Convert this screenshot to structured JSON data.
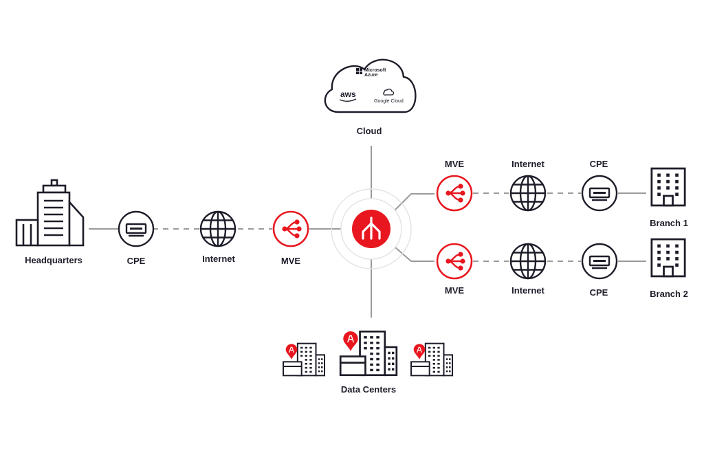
{
  "colors": {
    "accent": "#e8171f",
    "ink": "#1d1d29",
    "line": "#9a9a9a",
    "ring": "#e4e4e4"
  },
  "cloud": {
    "label": "Cloud",
    "providers": {
      "azure_line1": "Microsoft",
      "azure_line2": "Azure",
      "aws": "aws",
      "gcp": "Google Cloud"
    }
  },
  "hq": {
    "label": "Headquarters"
  },
  "hq_cpe": {
    "label": "CPE"
  },
  "hq_internet": {
    "label": "Internet"
  },
  "hq_mve": {
    "label": "MVE"
  },
  "branch1": {
    "mve": "MVE",
    "internet": "Internet",
    "cpe": "CPE",
    "label": "Branch 1"
  },
  "branch2": {
    "mve": "MVE",
    "internet": "Internet",
    "cpe": "CPE",
    "label": "Branch 2"
  },
  "datacenters": {
    "label": "Data Centers"
  },
  "icons": {
    "hub": "megaport-logo-icon",
    "mve": "share-node-icon",
    "internet": "globe-icon",
    "cpe": "router-device-icon",
    "building": "office-building-icon",
    "pin": "location-pin-icon"
  }
}
